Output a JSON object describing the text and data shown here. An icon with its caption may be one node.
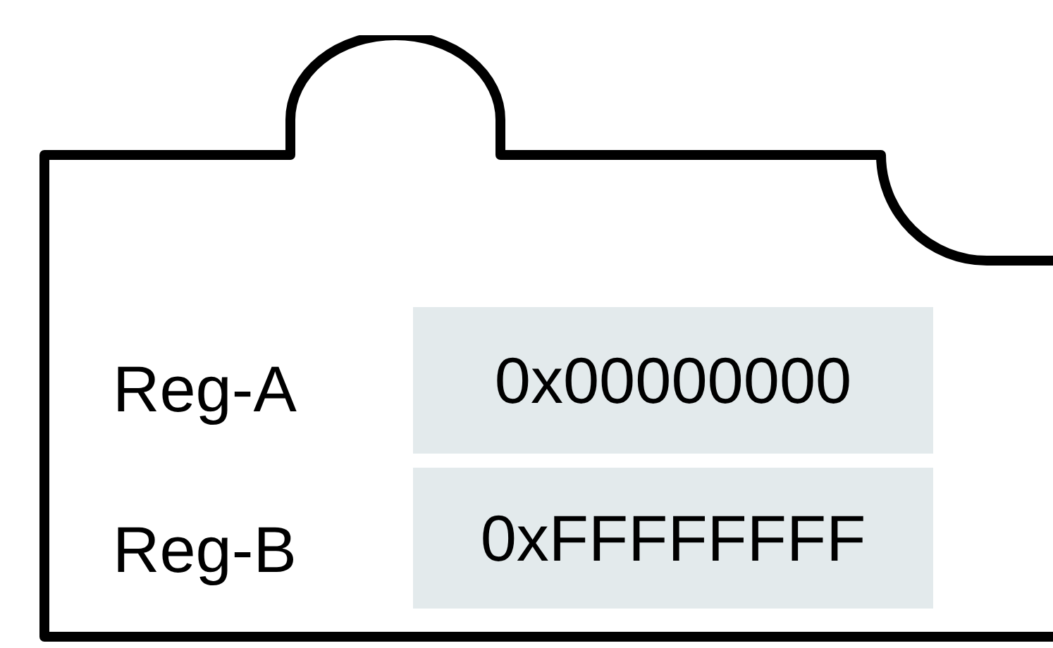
{
  "diagram": {
    "nodes": [
      {
        "text": [
          "Reg-A",
          "Reg-B"
        ]
      },
      {
        "text": [
          "0x00000000"
        ],
        "in": 0
      },
      {
        "text": [
          "0xFFFFFFFF"
        ],
        "in": 0
      }
    ]
  }
}
